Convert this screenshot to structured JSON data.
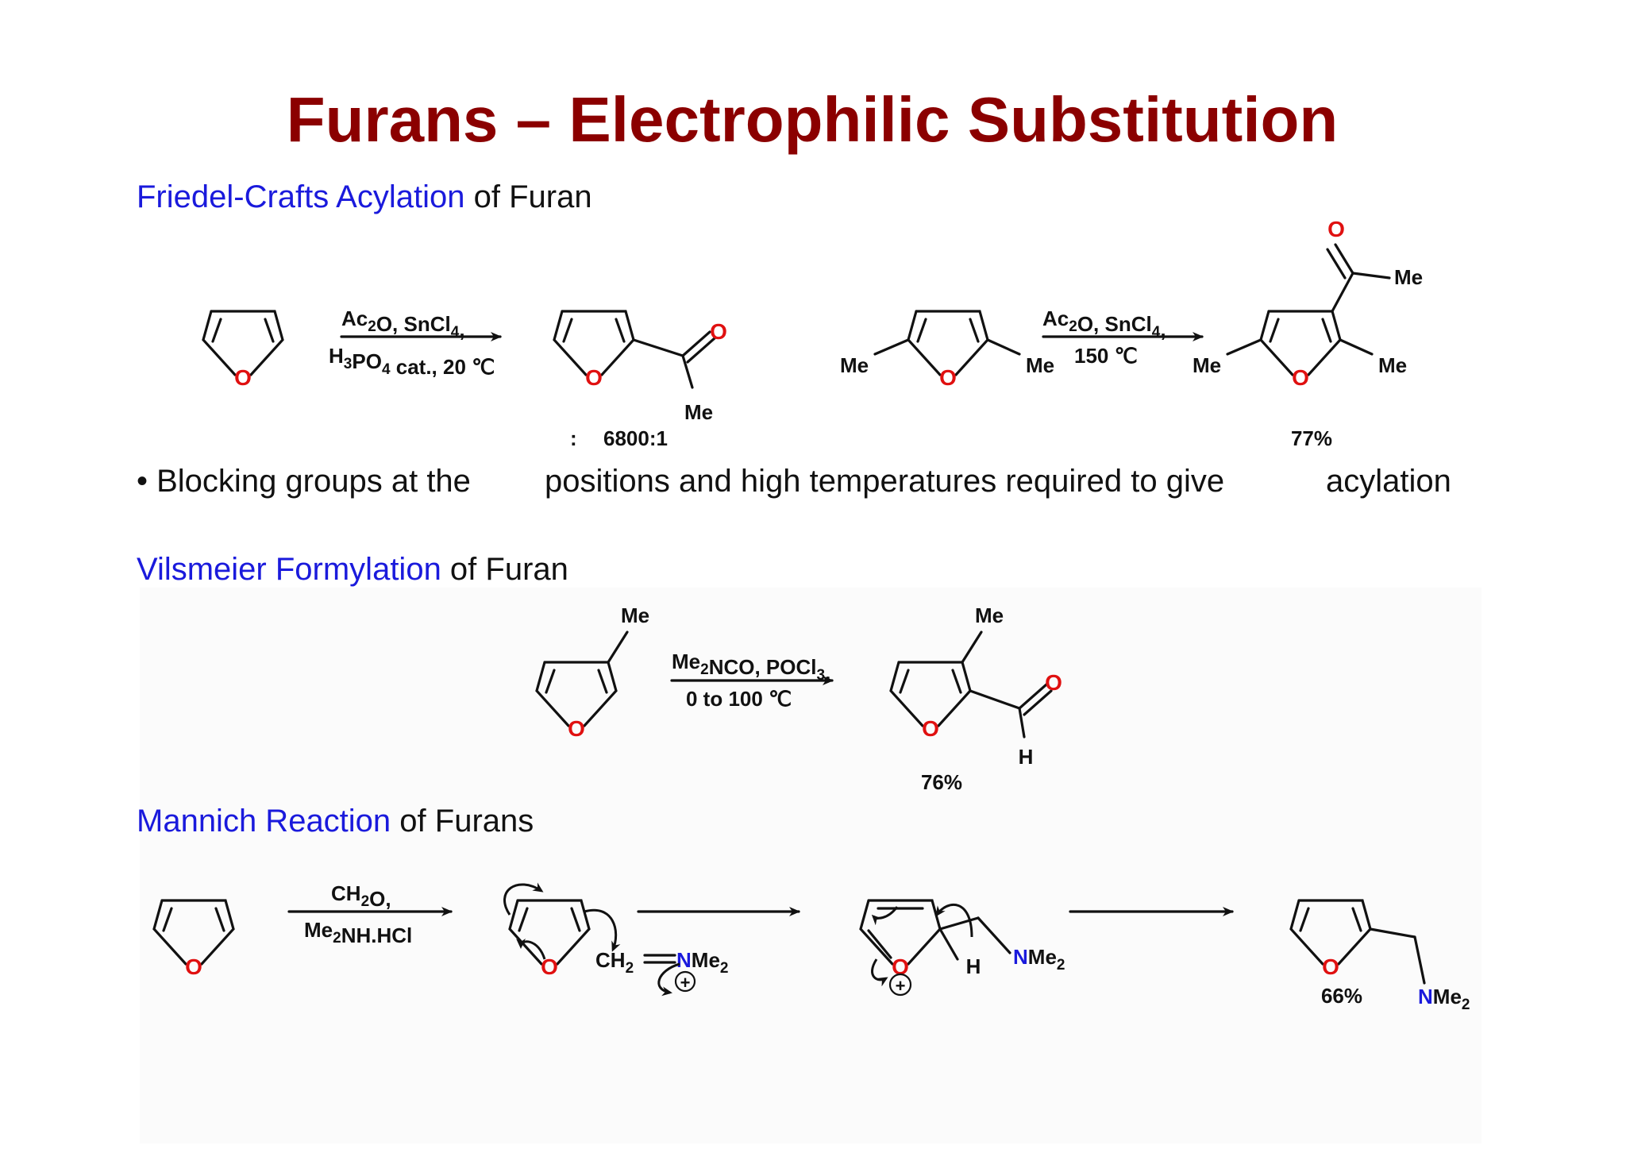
{
  "title": "Furans –  Electrophilic Substitution",
  "section1": {
    "heading_blue": "Friedel-Crafts Acylation",
    "heading_black": " of Furan",
    "reagent1_line1": "Ac2O, SnCl4,",
    "reagent1_line2": "H3PO4 cat., 20 ℃",
    "ratio_colon": ":",
    "ratio": "6800:1",
    "reagent2_line1": "Ac2O, SnCl4,",
    "reagent2_line2": "150 ℃",
    "yield2": "77%",
    "bullet": "• Blocking groups at the",
    "bullet_mid": "positions and high temperatures required to give",
    "bullet_end": "acylation"
  },
  "section2": {
    "heading_blue": "Vilsmeier Formylation",
    "heading_black": " of Furan",
    "reagent_line1": "Me2NCO, POCl3,",
    "reagent_line2": "0 to 100 ℃",
    "yield": "76%"
  },
  "section3": {
    "heading_blue": "Mannich Reaction",
    "heading_black": " of Furans",
    "reagent_line1": "CH2O,",
    "reagent_line2": "Me2NH.HCl",
    "yield": "66%"
  },
  "atoms": {
    "O": "O",
    "Me": "Me",
    "H": "H",
    "N": "N",
    "Me2": "Me2",
    "CH2": "CH2",
    "plus": "+"
  }
}
